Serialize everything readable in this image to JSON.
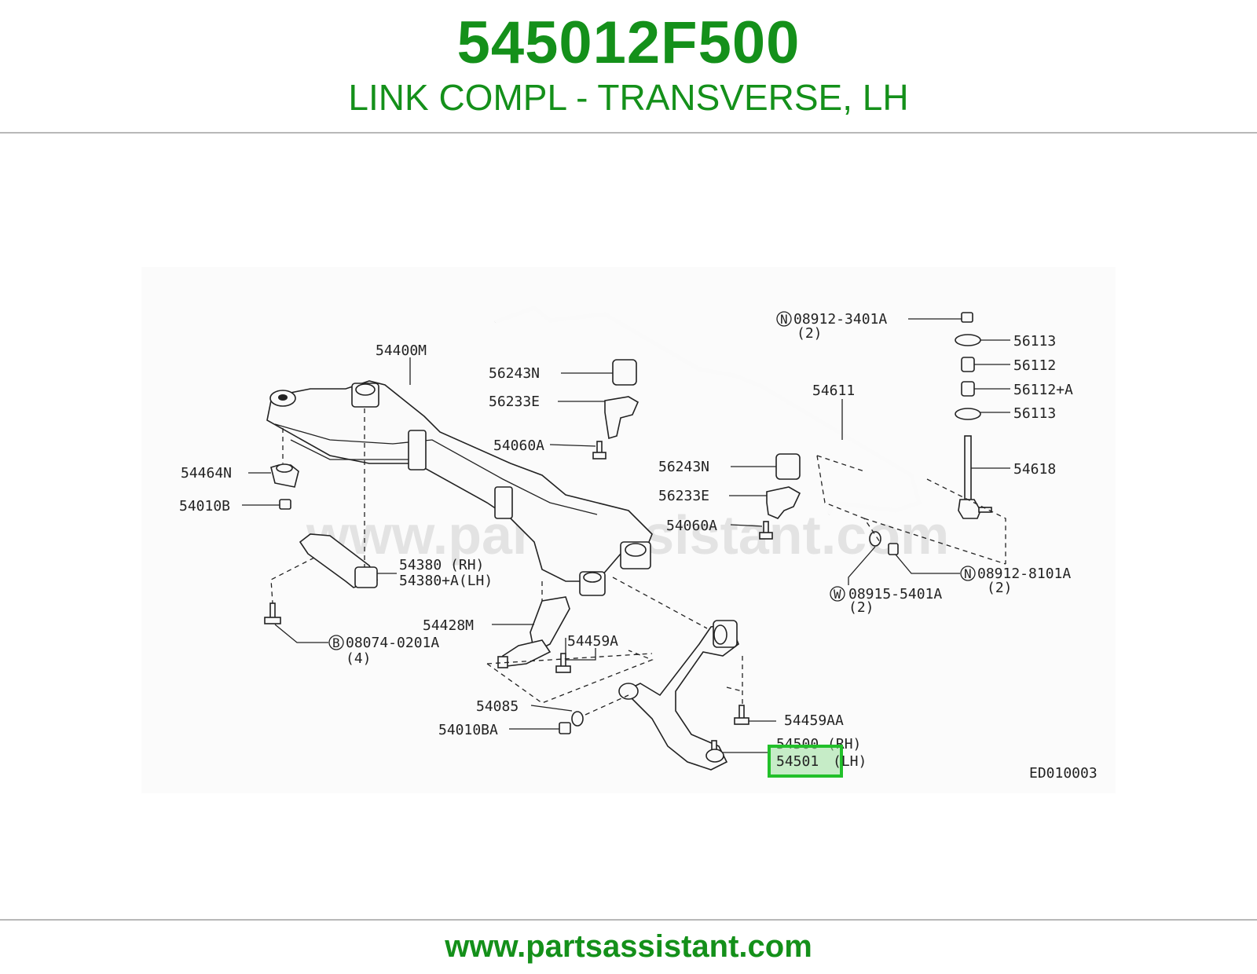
{
  "header": {
    "part_number": "545012F500",
    "description": "LINK COMPL - TRANSVERSE, LH"
  },
  "diagram": {
    "watermark": "www.partsassistant.com",
    "code": "ED010003",
    "labels": {
      "l_54400M": "54400M",
      "l_56243N_a": "56243N",
      "l_56233E_a": "56233E",
      "l_54060A_a": "54060A",
      "l_54464N": "54464N",
      "l_54010B": "54010B",
      "l_54380": "54380  (RH)",
      "l_54380A": "54380+A(LH)",
      "l_08074": "08074-0201A",
      "l_08074_qty": "(4)",
      "l_54428M": "54428M",
      "l_54459A": "54459A",
      "l_54085": "54085",
      "l_54010BA": "54010BA",
      "l_54459AA": "54459AA",
      "l_54500": "54500 (RH)",
      "l_54501": "54501",
      "l_54501_lh": "(LH)",
      "l_08912_3401A": "08912-3401A",
      "l_08912_3401A_qty": "(2)",
      "l_56113_a": "56113",
      "l_56112": "56112",
      "l_56112A": "56112+A",
      "l_56113_b": "56113",
      "l_54611": "54611",
      "l_54618": "54618",
      "l_56243N_b": "56243N",
      "l_56233E_b": "56233E",
      "l_54060A_b": "54060A",
      "l_08912_8101A": "08912-8101A",
      "l_08912_8101A_qty": "(2)",
      "l_08915_5401A": "08915-5401A",
      "l_08915_5401A_qty": "(2)",
      "c_n1": "N",
      "c_n2": "N",
      "c_w": "W",
      "c_b": "B"
    },
    "highlight_part": "54501",
    "highlight_color": "#22c02a"
  },
  "footer": {
    "url": "www.partsassistant.com"
  },
  "colors": {
    "brand_green": "#14901a",
    "highlight_green": "#22c02a",
    "rule_gray": "#b8b8b8"
  }
}
